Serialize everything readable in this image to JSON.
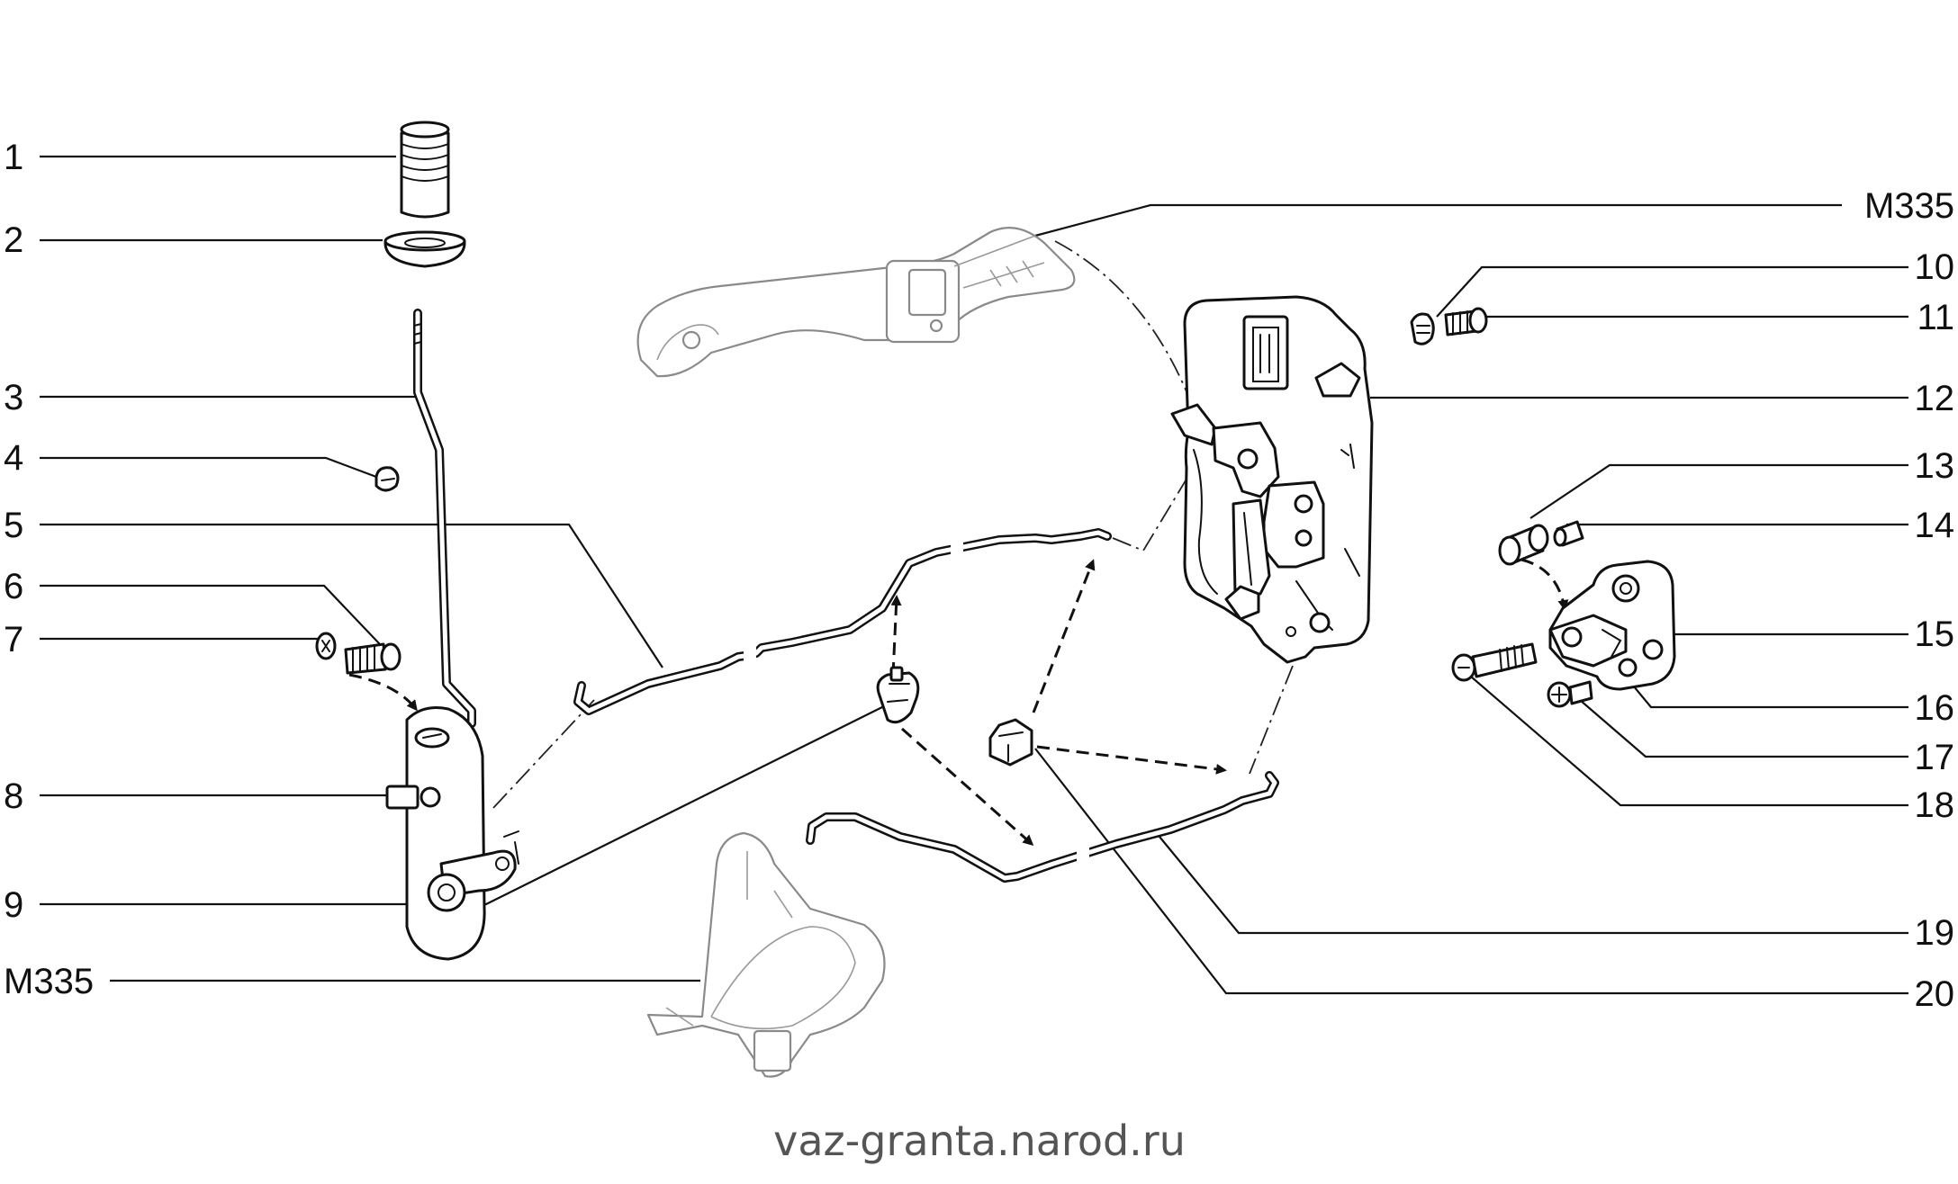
{
  "callouts_left": [
    {
      "id": "1",
      "label": "1"
    },
    {
      "id": "2",
      "label": "2"
    },
    {
      "id": "3",
      "label": "3"
    },
    {
      "id": "4",
      "label": "4"
    },
    {
      "id": "5",
      "label": "5"
    },
    {
      "id": "6",
      "label": "6"
    },
    {
      "id": "7",
      "label": "7"
    },
    {
      "id": "8",
      "label": "8"
    },
    {
      "id": "9",
      "label": "9"
    },
    {
      "id": "m335-left",
      "label": "M335"
    }
  ],
  "callouts_right": [
    {
      "id": "m335-right",
      "label": "M335"
    },
    {
      "id": "10",
      "label": "10"
    },
    {
      "id": "11",
      "label": "11"
    },
    {
      "id": "12",
      "label": "12"
    },
    {
      "id": "13",
      "label": "13"
    },
    {
      "id": "14",
      "label": "14"
    },
    {
      "id": "15",
      "label": "15"
    },
    {
      "id": "16",
      "label": "16"
    },
    {
      "id": "17",
      "label": "17"
    },
    {
      "id": "18",
      "label": "18"
    },
    {
      "id": "19",
      "label": "19"
    },
    {
      "id": "20",
      "label": "20"
    }
  ],
  "watermark": "vaz-granta.narod.ru"
}
